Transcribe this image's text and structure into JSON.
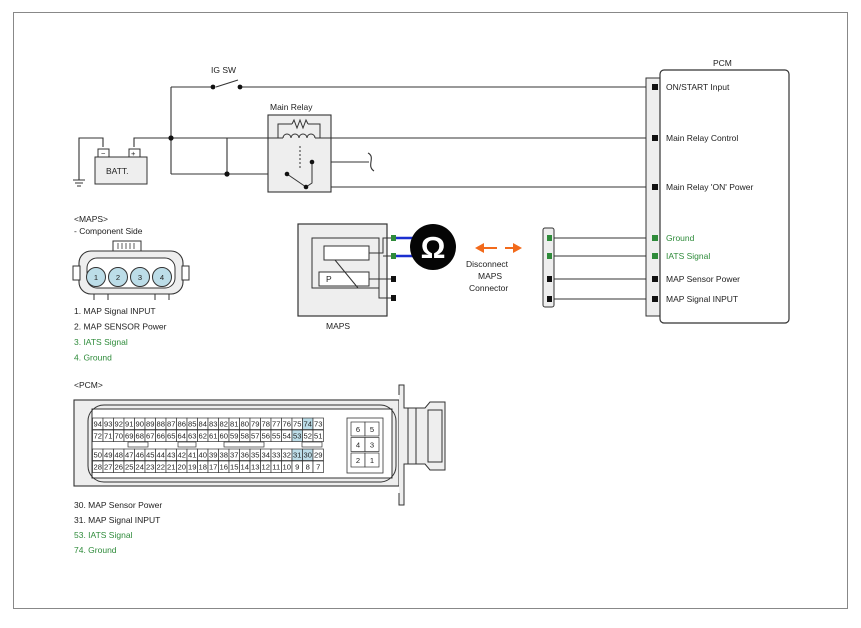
{
  "colors": {
    "line": "#333333",
    "green": "#2e8b3a",
    "blue": "#1b2fd0",
    "orange": "#f26a1b",
    "pin_highlight": "#bcdde8",
    "shade": "#eeeeee"
  },
  "ig_sw": "IG SW",
  "battery": {
    "label": "BATT.",
    "neg": "−",
    "pos": "+"
  },
  "main_relay": "Main Relay",
  "pcm": {
    "title": "PCM",
    "pins": [
      {
        "label": "ON/START Input",
        "green": false
      },
      {
        "label": "Main Relay Control",
        "green": false
      },
      {
        "label": "Main Relay 'ON' Power",
        "green": false
      },
      {
        "label": "Ground",
        "green": true
      },
      {
        "label": "IATS Signal",
        "green": true
      },
      {
        "label": "MAP Sensor Power",
        "green": false
      },
      {
        "label": "MAP Signal INPUT",
        "green": false
      }
    ]
  },
  "maps_sensor": {
    "label": "MAPS",
    "p_label": "P"
  },
  "ohm_icon": "Ω",
  "disconnect": {
    "line1": "Disconnect",
    "line2": "MAPS",
    "line3": "Connector"
  },
  "maps_connector": {
    "title": "<MAPS>",
    "subtitle": "- Component Side",
    "pins": [
      "1",
      "2",
      "3",
      "4"
    ],
    "legend": [
      {
        "text": "1.   MAP Signal INPUT",
        "green": false
      },
      {
        "text": "2.   MAP SENSOR Power",
        "green": false
      },
      {
        "text": "3.   IATS Signal",
        "green": true
      },
      {
        "text": "4.   Ground",
        "green": true
      }
    ]
  },
  "pcm_connector": {
    "title": "<PCM>",
    "row1": [
      "94",
      "93",
      "92",
      "91",
      "90",
      "89",
      "88",
      "87",
      "86",
      "85",
      "84",
      "83",
      "82",
      "81",
      "80",
      "79",
      "78",
      "77",
      "76",
      "75",
      "74",
      "73"
    ],
    "row2": [
      "72",
      "71",
      "70",
      "69",
      "68",
      "67",
      "66",
      "65",
      "64",
      "63",
      "62",
      "61",
      "60",
      "59",
      "58",
      "57",
      "56",
      "55",
      "54",
      "53",
      "52",
      "51"
    ],
    "row3": [
      "50",
      "49",
      "48",
      "47",
      "46",
      "45",
      "44",
      "43",
      "42",
      "41",
      "40",
      "39",
      "38",
      "37",
      "36",
      "35",
      "34",
      "33",
      "32",
      "31",
      "30",
      "29"
    ],
    "row4": [
      "28",
      "27",
      "26",
      "25",
      "24",
      "23",
      "22",
      "21",
      "20",
      "19",
      "18",
      "17",
      "16",
      "15",
      "14",
      "13",
      "12",
      "11",
      "10",
      "9",
      "8",
      "7"
    ],
    "highlight": [
      "74",
      "53",
      "31",
      "30"
    ],
    "small_block": [
      [
        "6",
        "5"
      ],
      [
        "4",
        "3"
      ],
      [
        "2",
        "1"
      ]
    ],
    "legend": [
      {
        "text": "30.   MAP Sensor Power",
        "green": false
      },
      {
        "text": "31.   MAP Signal INPUT",
        "green": false
      },
      {
        "text": "53. IATS Signal",
        "green": true
      },
      {
        "text": "74. Ground",
        "green": true
      }
    ]
  }
}
